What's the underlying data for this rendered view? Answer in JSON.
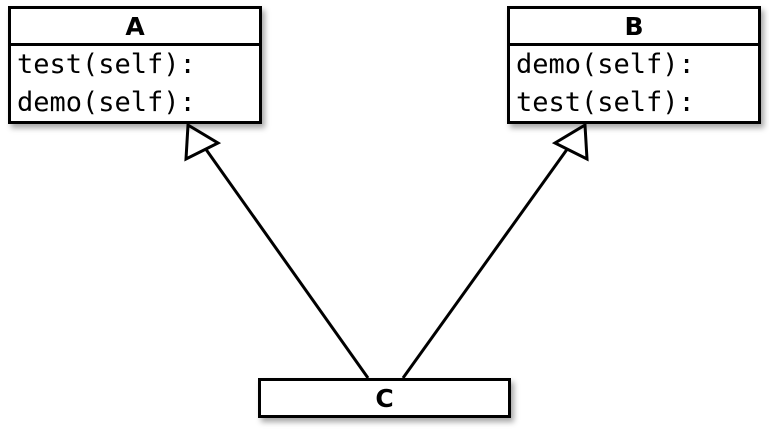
{
  "diagram": {
    "type": "uml-class-diagram",
    "background_color": "#ffffff",
    "line_color": "#000000",
    "classes": [
      {
        "id": "A",
        "name": "A",
        "members": [
          "test(self):",
          "demo(self):"
        ]
      },
      {
        "id": "B",
        "name": "B",
        "members": [
          "demo(self):",
          "test(self):"
        ]
      },
      {
        "id": "C",
        "name": "C",
        "members": []
      }
    ],
    "relationships": [
      {
        "name": "generalization-c-to-a",
        "type": "generalization",
        "from": "C",
        "to": "A",
        "arrowhead": "hollow-triangle"
      },
      {
        "name": "generalization-c-to-b",
        "type": "generalization",
        "from": "C",
        "to": "B",
        "arrowhead": "hollow-triangle"
      }
    ]
  }
}
